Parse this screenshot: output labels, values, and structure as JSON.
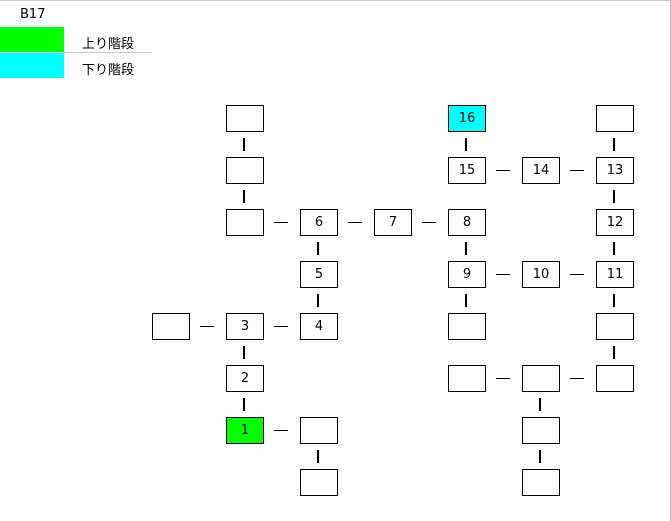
{
  "floor": "B17",
  "legend": [
    {
      "label": "上り階段",
      "color": "#00ff00"
    },
    {
      "label": "下り階段",
      "color": "#00ffff"
    }
  ],
  "colors": {
    "up_stairs": "#00ff00",
    "down_stairs": "#00ffff",
    "room": "#ffffff"
  },
  "rooms": [
    "",
    "",
    "",
    "6",
    "7",
    "8",
    "16",
    "15",
    "14",
    "13",
    "",
    "12",
    "9",
    "10",
    "11",
    "5",
    "",
    "3",
    "4",
    "",
    "",
    "2",
    "",
    "",
    "",
    "1",
    "",
    "",
    "",
    ""
  ],
  "stairs": {
    "up_room": "1",
    "down_room": "16"
  }
}
